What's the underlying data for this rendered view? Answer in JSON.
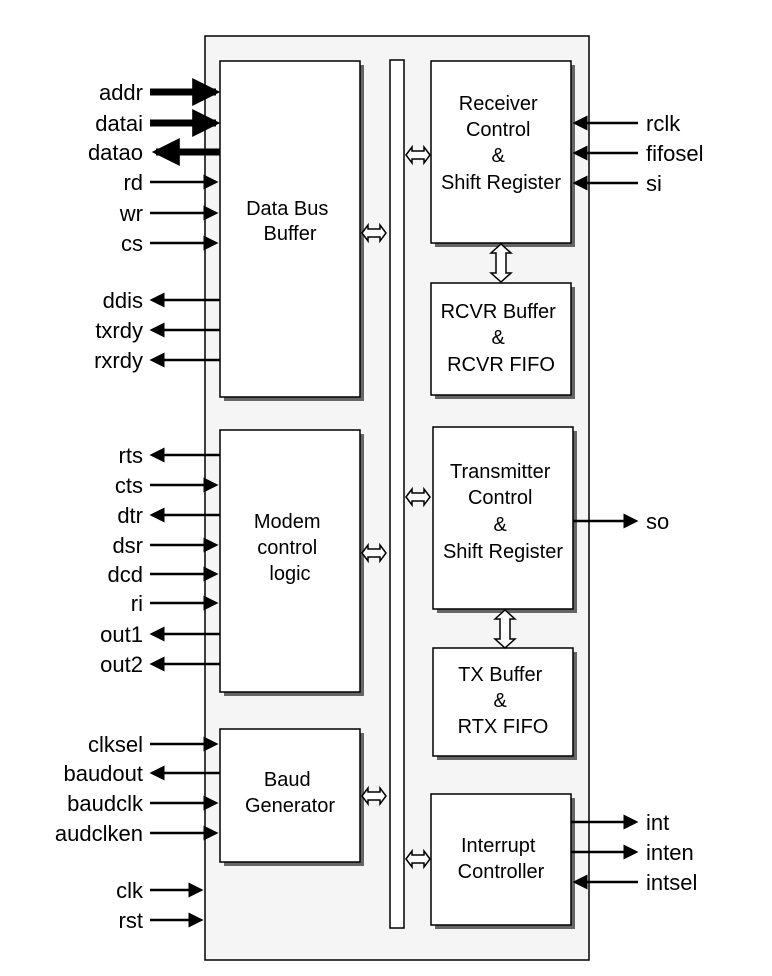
{
  "blocks": {
    "data_bus_buffer": [
      "Data Bus",
      "Buffer"
    ],
    "modem_control": [
      "Modem",
      "control",
      "logic"
    ],
    "baud_generator": [
      "Baud",
      "Generator"
    ],
    "receiver_control": [
      "Receiver",
      "Control",
      "&",
      "Shift Register"
    ],
    "rcvr_buffer": [
      "RCVR Buffer",
      "&",
      "RCVR FIFO"
    ],
    "transmitter_control": [
      "Transmitter",
      "Control",
      "&",
      "Shift Register"
    ],
    "tx_buffer": [
      "TX Buffer",
      "&",
      "RTX FIFO"
    ],
    "interrupt_controller": [
      "Interrupt",
      "Controller"
    ]
  },
  "pins": {
    "addr": "addr",
    "datai": "datai",
    "datao": "datao",
    "rd": "rd",
    "wr": "wr",
    "cs": "cs",
    "ddis": "ddis",
    "txrdy": "txrdy",
    "rxrdy": "rxrdy",
    "rts": "rts",
    "cts": "cts",
    "dtr": "dtr",
    "dsr": "dsr",
    "dcd": "dcd",
    "ri": "ri",
    "out1": "out1",
    "out2": "out2",
    "clksel": "clksel",
    "baudout": "baudout",
    "baudclk": "baudclk",
    "audclken": "audclken",
    "clk": "clk",
    "rst": "rst",
    "rclk": "rclk",
    "fifosel": "fifosel",
    "si": "si",
    "so": "so",
    "int": "int",
    "inten": "inten",
    "intsel": "intsel"
  }
}
